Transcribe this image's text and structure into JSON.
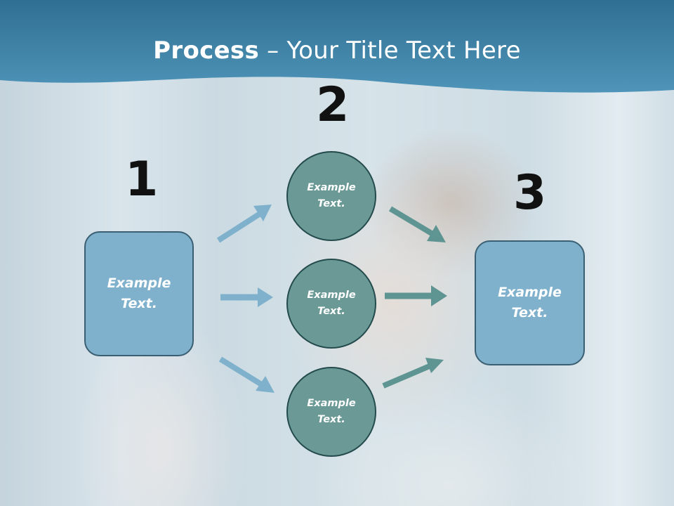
{
  "title": {
    "bold": "Process",
    "rest": " – Your Title Text Here"
  },
  "steps": [
    {
      "number": "1",
      "label": "Example Text."
    },
    {
      "number": "2",
      "labels": [
        "Example Text.",
        "Example Text.",
        "Example Text."
      ]
    },
    {
      "number": "3",
      "label": "Example Text."
    }
  ],
  "colors": {
    "banner": "#4a8fb3",
    "box_fill": "#7fb1cc",
    "circle_fill": "#6b9a96",
    "arrow_light": "#7fb1cc",
    "arrow_dark": "#5e9592"
  }
}
